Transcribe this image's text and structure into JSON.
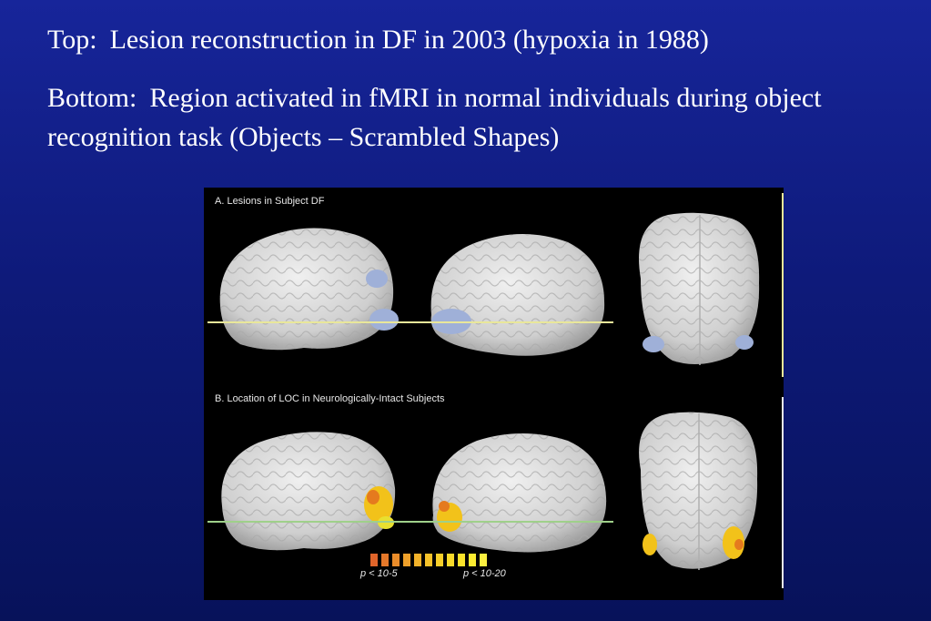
{
  "text": {
    "top_label": "Top:",
    "top_text": "Lesion reconstruction in DF in 2003 (hypoxia in 1988)",
    "bottom_label": "Bottom:",
    "bottom_text": "Region activated in fMRI in normal individuals during object recognition task (Objects – Scrambled Shapes)"
  },
  "figure": {
    "panel_a_title": "A.  Lesions in Subject DF",
    "panel_b_title": "B. Location of LOC in Neurologically-Intact Subjects",
    "p_low": "p < 10-5",
    "p_high": "p < 10-20",
    "colors": {
      "brain": "#d9d9d9",
      "lesion": "#9fb0d8",
      "activation": "#f2c21a",
      "line_a": "#e9e79a",
      "line_b": "#9fd08a"
    }
  }
}
